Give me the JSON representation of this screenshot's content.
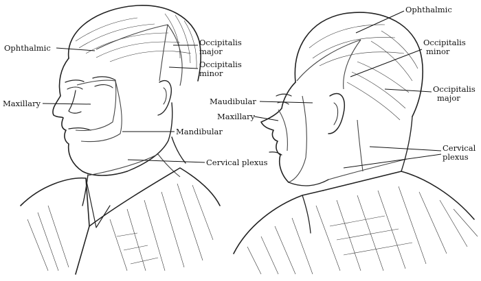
{
  "figure": {
    "left_view": {
      "labels": {
        "ophthalmic": "Ophthalmic",
        "occipitalis_major": [
          "Occipitalis",
          "major"
        ],
        "occipitalis_minor": [
          "Occipitalis",
          "minor"
        ],
        "maxillary": "Maxillary",
        "mandibular": "Mandibular",
        "cervical_plexus": "Cervical plexus"
      }
    },
    "right_view": {
      "labels": {
        "ophthalmic": "Ophthalmic",
        "occipitalis_minor": [
          "Occipitalis",
          "minor"
        ],
        "occipitalis_major": [
          "Occipitalis",
          "major"
        ],
        "mandibular": "Maudibular",
        "maxillary": "Maxillary",
        "cervical_plexus": [
          "Cervical",
          "plexus"
        ]
      }
    }
  }
}
